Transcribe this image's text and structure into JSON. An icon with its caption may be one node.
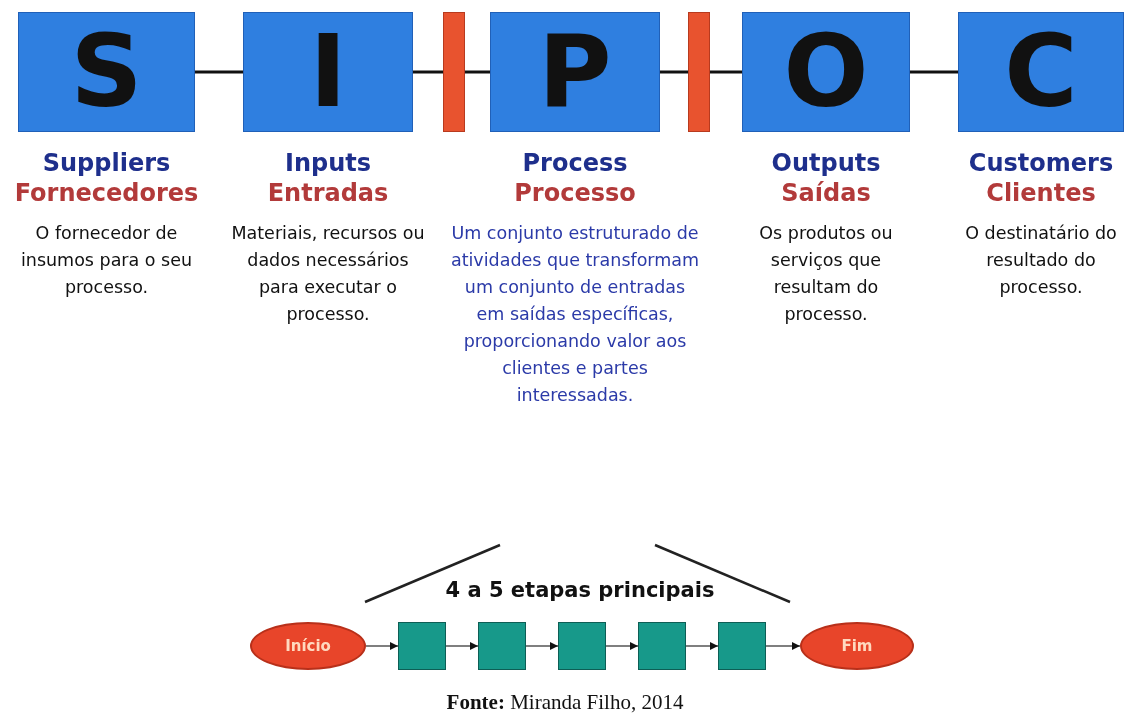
{
  "diagram": {
    "caption": "**Fonte:** Miranda Filho, 2014",
    "nodes": [
      {
        "text": [
          "S"
        ],
        "beside": [
          "Suppliers",
          "Fornecedores",
          "O fornecedor de insumos para o seu processo."
        ]
      },
      {
        "text": [
          "I"
        ],
        "beside": [
          "Inputs",
          "Entradas",
          "Materiais, recursos ou dados necessários para executar o processo."
        ]
      },
      {
        "text": [],
        "shape": "bar"
      },
      {
        "text": [
          "P"
        ],
        "beside": [
          "Process",
          "Processo",
          "Um conjunto estruturado de atividades que transformam um conjunto de entradas em saídas específicas, proporcionando valor aos clientes e partes interessadas."
        ]
      },
      {
        "text": [],
        "shape": "bar"
      },
      {
        "text": [
          "O"
        ],
        "beside": [
          "Outputs",
          "Saídas",
          "Os produtos ou serviços que resultam do processo."
        ]
      },
      {
        "text": [
          "C"
        ],
        "beside": [
          "Customers",
          "Clientes",
          "O destinatário do resultado do processo."
        ]
      },
      {
        "text": [
          "Início"
        ]
      },
      {
        "text": [],
        "shape": "box"
      },
      {
        "text": [],
        "shape": "box"
      },
      {
        "text": [],
        "shape": "box"
      },
      {
        "text": [],
        "shape": "box"
      },
      {
        "text": [],
        "shape": "box"
      },
      {
        "text": [
          "Fim"
        ]
      }
    ],
    "edges": [
      {
        "from": 0,
        "to": 1,
        "arrow": "none"
      },
      {
        "from": 1,
        "to": 2,
        "arrow": "none"
      },
      {
        "from": 2,
        "to": 3,
        "arrow": "none"
      },
      {
        "from": 3,
        "to": 4,
        "arrow": "none"
      },
      {
        "from": 4,
        "to": 5,
        "arrow": "none"
      },
      {
        "from": 5,
        "to": 6,
        "arrow": "none"
      },
      {
        "from": 7,
        "to": 8,
        "arrow": "to"
      },
      {
        "from": 8,
        "to": 9,
        "arrow": "to"
      },
      {
        "from": 9,
        "to": 10,
        "arrow": "to"
      },
      {
        "from": 10,
        "to": 11,
        "arrow": "to"
      },
      {
        "from": 11,
        "to": 12,
        "arrow": "to"
      },
      {
        "from": 12,
        "to": 13,
        "arrow": "to"
      }
    ],
    "labels": [
      "4 a 5 etapas principais"
    ]
  }
}
